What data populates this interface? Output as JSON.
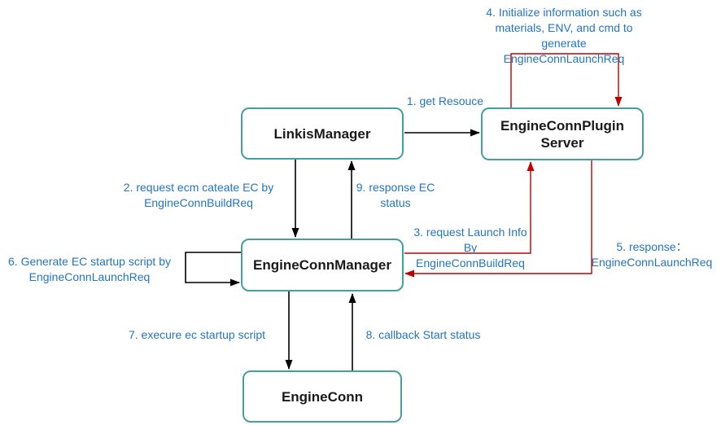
{
  "diagram": {
    "nodes": [
      {
        "id": "linkis-manager",
        "label": "LinkisManager"
      },
      {
        "id": "engine-conn-plugin-server",
        "label": "EngineConnPlugin\nServer"
      },
      {
        "id": "engine-conn-manager",
        "label": "EngineConnManager"
      },
      {
        "id": "engine-conn",
        "label": "EngineConn"
      }
    ],
    "edges": [
      {
        "step": 1,
        "label": "1. get Resouce",
        "from": "LinkisManager",
        "to": "EngineConnPlugin Server",
        "color": "black"
      },
      {
        "step": 2,
        "label": "2. request ecm cateate EC by\nEngineConnBuildReq",
        "from": "LinkisManager",
        "to": "EngineConnManager",
        "color": "black"
      },
      {
        "step": 3,
        "label": "3. request Launch Info\nBy\nEngineConnBuildReq",
        "from": "EngineConnManager",
        "to": "EngineConnPlugin Server",
        "color": "red"
      },
      {
        "step": 4,
        "label": "4. Initialize information such as\nmaterials, ENV, and cmd to generate\nEngineConnLaunchReq",
        "from": "EngineConnPlugin Server",
        "to": "EngineConnPlugin Server",
        "color": "red"
      },
      {
        "step": 5,
        "label": "5. response：\nEngineConnLaunchReq",
        "from": "EngineConnPlugin Server",
        "to": "EngineConnManager",
        "color": "red"
      },
      {
        "step": 6,
        "label": "6. Generate EC startup script by\nEngineConnLaunchReq",
        "from": "EngineConnManager",
        "to": "EngineConnManager",
        "color": "black"
      },
      {
        "step": 7,
        "label": "7. execure ec startup script",
        "from": "EngineConnManager",
        "to": "EngineConn",
        "color": "black"
      },
      {
        "step": 8,
        "label": "8. callback Start status",
        "from": "EngineConn",
        "to": "EngineConnManager",
        "color": "black"
      },
      {
        "step": 9,
        "label": "9. response EC\nstatus",
        "from": "EngineConnManager",
        "to": "LinkisManager",
        "color": "black"
      }
    ],
    "colors": {
      "node_border": "#43a09c",
      "node_text": "#1a1a1a",
      "label_text": "#2375bf",
      "edge_black": "#000000",
      "edge_red": "#c00000",
      "background": "#ffffff"
    }
  }
}
